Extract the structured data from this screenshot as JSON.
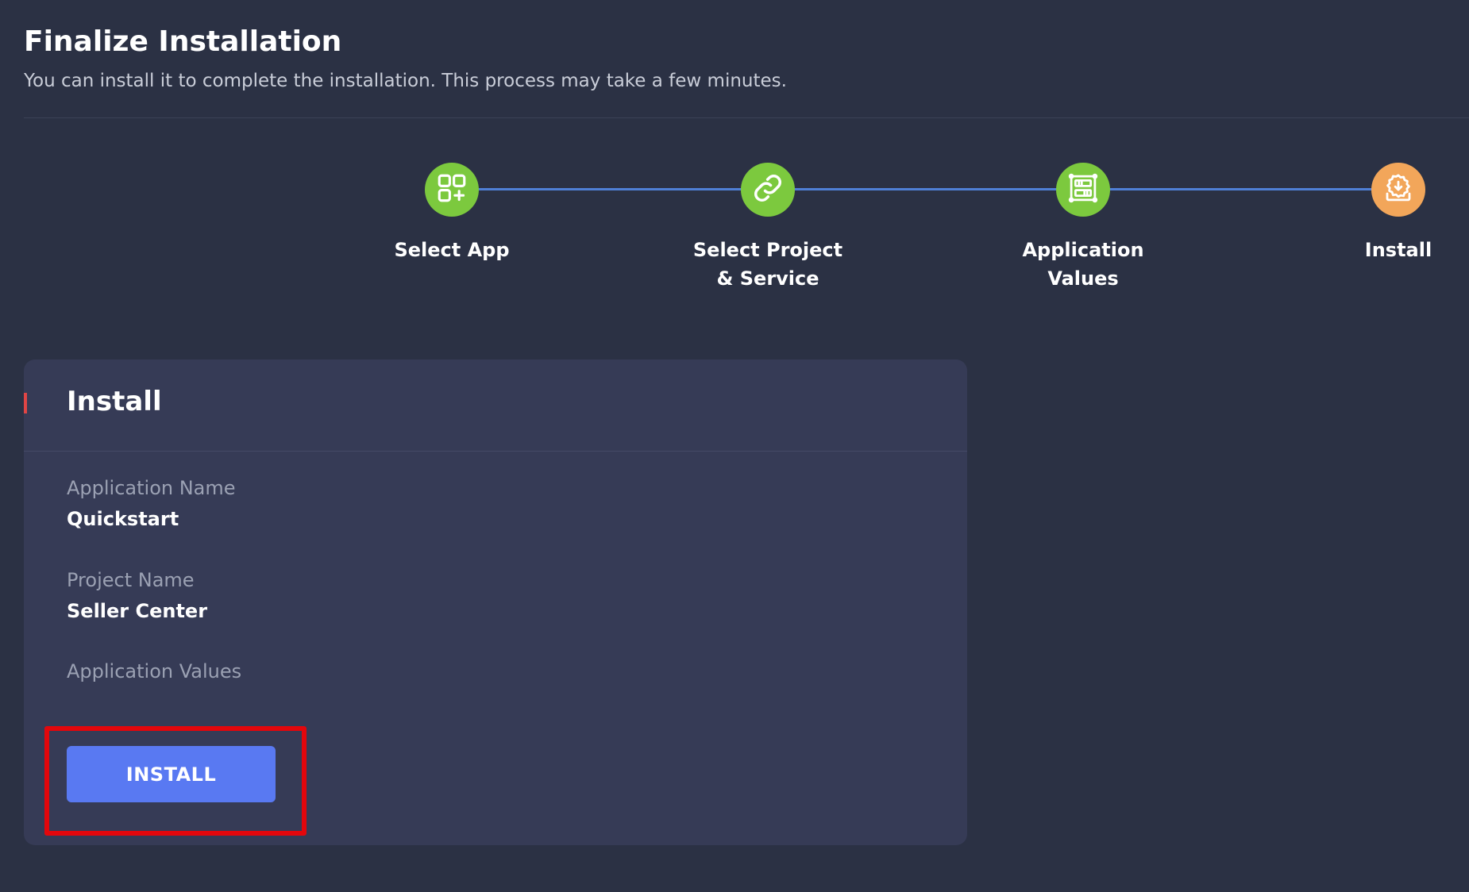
{
  "header": {
    "title": "Finalize Installation",
    "subtitle": "You can install it to complete the installation. This process may take a few minutes."
  },
  "stepper": {
    "steps": [
      {
        "label": "Select App",
        "state": "done",
        "icon": "apps-add-icon"
      },
      {
        "label": "Select Project\n& Service",
        "state": "done",
        "icon": "link-icon"
      },
      {
        "label": "Application\nValues",
        "state": "done",
        "icon": "server-values-icon"
      },
      {
        "label": "Install",
        "state": "current",
        "icon": "install-gear-icon"
      }
    ],
    "colors": {
      "done": "#7cc93e",
      "current": "#f2a65a",
      "line": "#4f7fd6"
    }
  },
  "card": {
    "title": "Install",
    "fields": [
      {
        "label": "Application Name",
        "value": "Quickstart"
      },
      {
        "label": "Project Name",
        "value": "Seller Center"
      },
      {
        "label": "Application Values",
        "value": ""
      }
    ],
    "install_button": "INSTALL"
  },
  "colors": {
    "background": "#2b3144",
    "card": "#363b56",
    "accent": "#e04545",
    "button": "#5979f2",
    "highlight": "#e3070c"
  }
}
